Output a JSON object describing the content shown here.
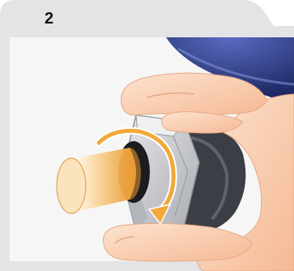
{
  "step": {
    "number": "2"
  },
  "illustration": {
    "subject": "hand-tightening-cap-on-hex-fitting",
    "rotation_direction": "clockwise",
    "colors": {
      "tab_background": "#e4e4e6",
      "panel_background": "#f6f6f6",
      "skin": "#f9c9a8",
      "cap": "#f2b45a",
      "hex_nut": "#c9cbcf",
      "dark_body": "#3b3f45",
      "blue_housing": "#2f3f8f",
      "arrow": "#f0a93a"
    }
  }
}
